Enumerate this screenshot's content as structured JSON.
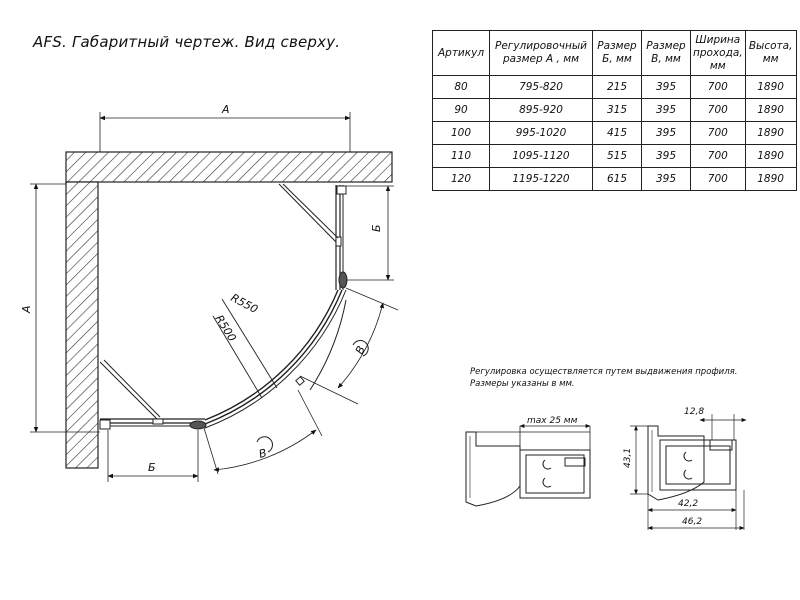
{
  "title": "AFS. Габаритный чертеж. Вид сверху.",
  "table": {
    "headers": [
      "Артикул",
      "Регулировочный размер А , мм",
      "Размер Б, мм",
      "Размер В, мм",
      "Ширина прохода, мм",
      "Высота, мм"
    ],
    "rows": [
      [
        "80",
        "795-820",
        "215",
        "395",
        "700",
        "1890"
      ],
      [
        "90",
        "895-920",
        "315",
        "395",
        "700",
        "1890"
      ],
      [
        "100",
        "995-1020",
        "415",
        "395",
        "700",
        "1890"
      ],
      [
        "110",
        "1095-1120",
        "515",
        "395",
        "700",
        "1890"
      ],
      [
        "120",
        "1195-1220",
        "615",
        "395",
        "700",
        "1890"
      ]
    ]
  },
  "note": {
    "line1": "Регулировка осуществляется путем выдвижения профиля.",
    "line2": "Размеры указаны в мм."
  },
  "drawing": {
    "dim_a_top": "A",
    "dim_a_left": "A",
    "dim_b_right": "Б",
    "dim_b_bottom": "Б",
    "dim_v_right": "В",
    "dim_v_bottom": "В",
    "radius_outer": "R550",
    "radius_inner": "R500"
  },
  "profiles": {
    "max_shift": "max 25 мм",
    "width_top": "12,8",
    "height": "43,1",
    "width_mid": "42,2",
    "width_total": "46,2"
  }
}
